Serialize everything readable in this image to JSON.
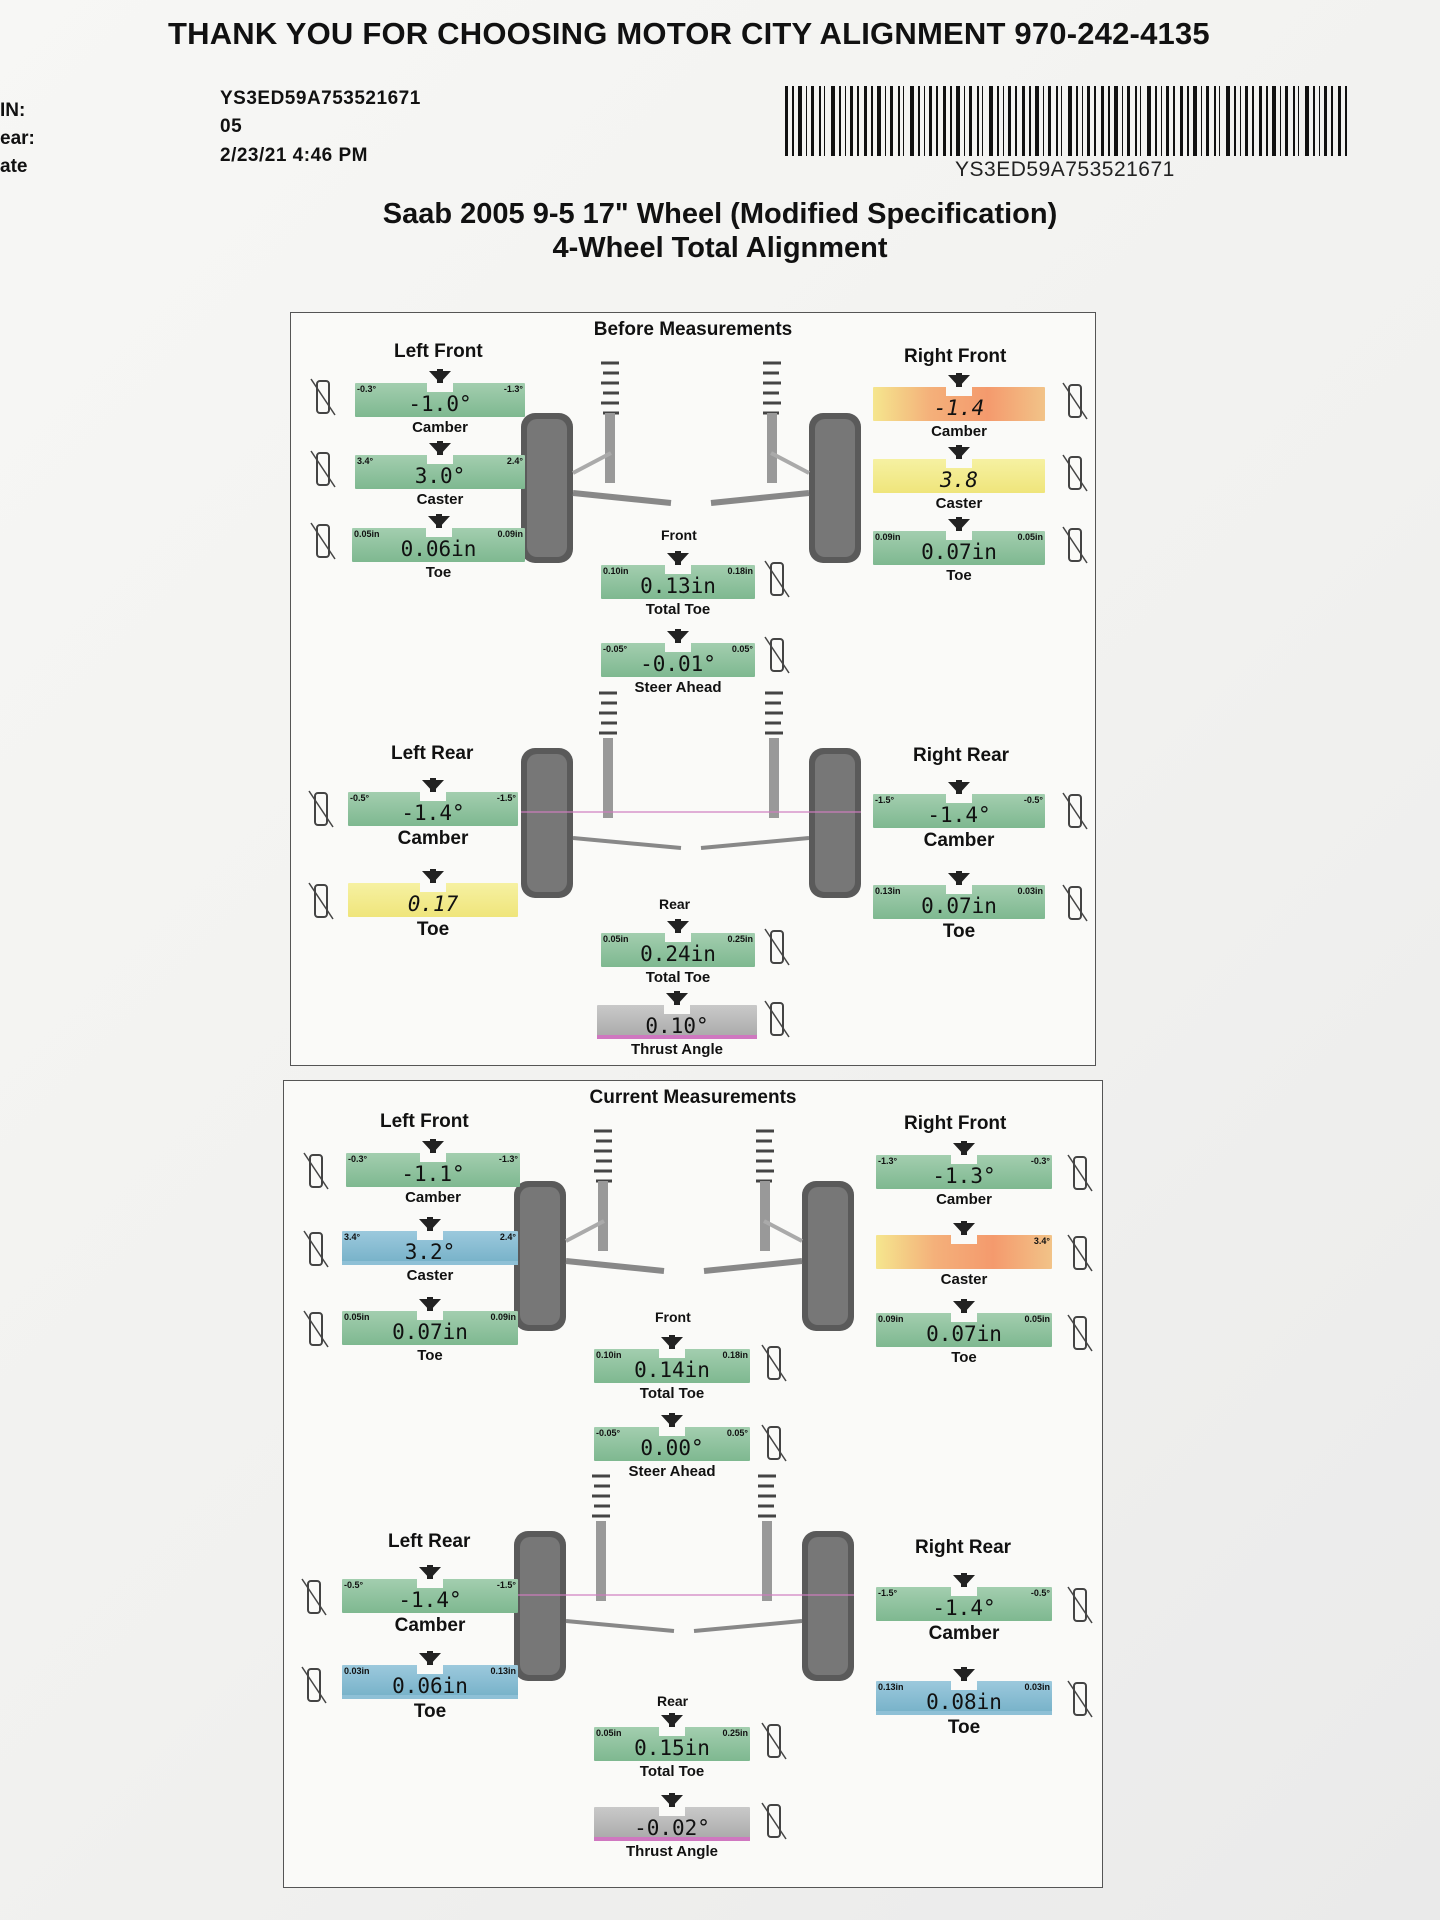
{
  "header": {
    "title": "THANK YOU FOR CHOOSING MOTOR CITY ALIGNMENT 970-242-4135",
    "labels": [
      "IN:",
      "ear:",
      "ate"
    ],
    "vin": "YS3ED59A753521671",
    "year": "05",
    "date": "2/23/21 4:46 PM",
    "barcode_text": "YS3ED59A753521671"
  },
  "vehicle": {
    "title": "Saab 2005 9-5 17\" Wheel (Modified Specification)",
    "subtitle": "4-Wheel Total Alignment"
  },
  "before": {
    "title": "Before Measurements",
    "left_front": {
      "label": "Left Front",
      "camber": {
        "name": "Camber",
        "min": "-0.3°",
        "max": "-1.3°",
        "value": "-1.0°",
        "color": "green"
      },
      "caster": {
        "name": "Caster",
        "min": "3.4°",
        "max": "2.4°",
        "value": "3.0°",
        "color": "green"
      },
      "toe": {
        "name": "Toe",
        "min": "0.05in",
        "max": "0.09in",
        "value": "0.06in",
        "color": "green"
      }
    },
    "right_front": {
      "label": "Right Front",
      "camber": {
        "name": "Camber",
        "min": "",
        "max": "",
        "value": "-1.4",
        "color": "orange"
      },
      "caster": {
        "name": "Caster",
        "min": "",
        "max": "",
        "value": "3.8",
        "color": "yellow"
      },
      "toe": {
        "name": "Toe",
        "min": "0.09in",
        "max": "0.05in",
        "value": "0.07in",
        "color": "green"
      }
    },
    "front": {
      "label": "Front",
      "total_toe": {
        "name": "Total Toe",
        "min": "0.10in",
        "max": "0.18in",
        "value": "0.13in",
        "color": "green"
      },
      "steer_ahead": {
        "name": "Steer Ahead",
        "min": "-0.05°",
        "max": "0.05°",
        "value": "-0.01°",
        "color": "green"
      }
    },
    "left_rear": {
      "label": "Left Rear",
      "camber": {
        "name": "Camber",
        "min": "-0.5°",
        "max": "-1.5°",
        "value": "-1.4°",
        "color": "green"
      },
      "toe": {
        "name": "Toe",
        "min": "",
        "max": "",
        "value": "0.17",
        "color": "yellow"
      }
    },
    "right_rear": {
      "label": "Right Rear",
      "camber": {
        "name": "Camber",
        "min": "-1.5°",
        "max": "-0.5°",
        "value": "-1.4°",
        "color": "green"
      },
      "toe": {
        "name": "Toe",
        "min": "0.13in",
        "max": "0.03in",
        "value": "0.07in",
        "color": "green"
      }
    },
    "rear": {
      "label": "Rear",
      "total_toe": {
        "name": "Total Toe",
        "min": "0.05in",
        "max": "0.25in",
        "value": "0.24in",
        "color": "green"
      },
      "thrust_angle": {
        "name": "Thrust Angle",
        "min": "",
        "max": "",
        "value": "0.10°",
        "color": "gray"
      }
    }
  },
  "current": {
    "title": "Current Measurements",
    "left_front": {
      "label": "Left Front",
      "camber": {
        "name": "Camber",
        "min": "-0.3°",
        "max": "-1.3°",
        "value": "-1.1°",
        "color": "green"
      },
      "caster": {
        "name": "Caster",
        "min": "3.4°",
        "max": "2.4°",
        "value": "3.2°",
        "color": "blue"
      },
      "toe": {
        "name": "Toe",
        "min": "0.05in",
        "max": "0.09in",
        "value": "0.07in",
        "color": "green"
      }
    },
    "right_front": {
      "label": "Right Front",
      "camber": {
        "name": "Camber",
        "min": "-1.3°",
        "max": "-0.3°",
        "value": "-1.3°",
        "color": "green"
      },
      "caster": {
        "name": "Caster",
        "min": "",
        "max": "3.4°",
        "value": "",
        "color": "orange"
      },
      "toe": {
        "name": "Toe",
        "min": "0.09in",
        "max": "0.05in",
        "value": "0.07in",
        "color": "green"
      }
    },
    "front": {
      "label": "Front",
      "total_toe": {
        "name": "Total Toe",
        "min": "0.10in",
        "max": "0.18in",
        "value": "0.14in",
        "color": "green"
      },
      "steer_ahead": {
        "name": "Steer Ahead",
        "min": "-0.05°",
        "max": "0.05°",
        "value": "0.00°",
        "color": "green"
      }
    },
    "left_rear": {
      "label": "Left Rear",
      "camber": {
        "name": "Camber",
        "min": "-0.5°",
        "max": "-1.5°",
        "value": "-1.4°",
        "color": "green"
      },
      "toe": {
        "name": "Toe",
        "min": "0.03in",
        "max": "0.13in",
        "value": "0.06in",
        "color": "blue"
      }
    },
    "right_rear": {
      "label": "Right Rear",
      "camber": {
        "name": "Camber",
        "min": "-1.5°",
        "max": "-0.5°",
        "value": "-1.4°",
        "color": "green"
      },
      "toe": {
        "name": "Toe",
        "min": "0.13in",
        "max": "0.03in",
        "value": "0.08in",
        "color": "blue"
      }
    },
    "rear": {
      "label": "Rear",
      "total_toe": {
        "name": "Total Toe",
        "min": "0.05in",
        "max": "0.25in",
        "value": "0.15in",
        "color": "green"
      },
      "thrust_angle": {
        "name": "Thrust Angle",
        "min": "",
        "max": "",
        "value": "-0.02°",
        "color": "gray"
      }
    }
  }
}
